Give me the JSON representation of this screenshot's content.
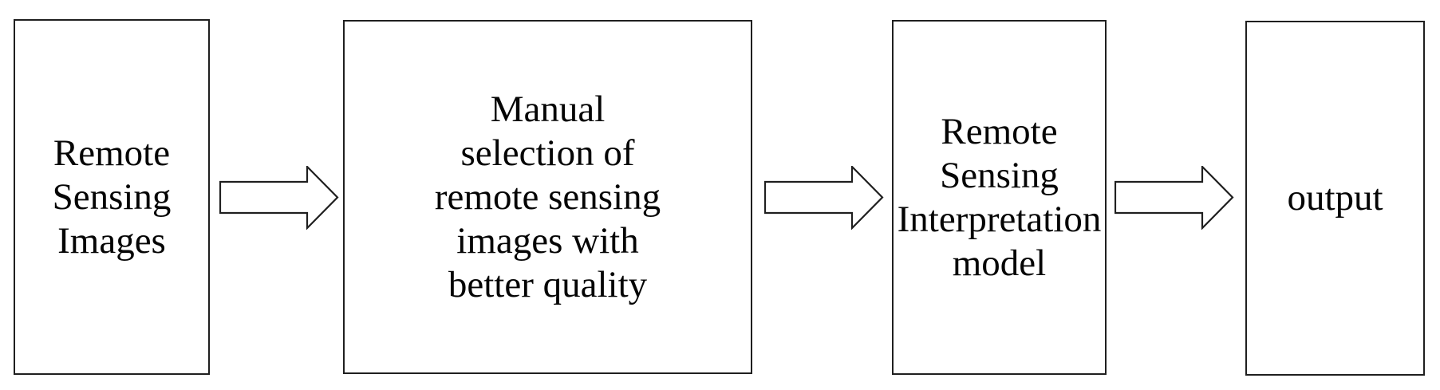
{
  "diagram": {
    "type": "flowchart",
    "direction": "left-to-right",
    "colors": {
      "background": "#ffffff",
      "line": "#1f1f1f",
      "text": "#050505"
    },
    "nodes": [
      {
        "label": "Remote\nSensing\nImages"
      },
      {
        "label": "Manual\nselection of\nremote sensing\nimages with\nbetter quality"
      },
      {
        "label": "Remote\nSensing\nInterpretation\nmodel"
      },
      {
        "label": "output"
      }
    ],
    "connectors": [
      {
        "icon": "arrow-right-icon",
        "from": "Remote Sensing Images",
        "to": "Manual selection of remote sensing images with better quality"
      },
      {
        "icon": "arrow-right-icon",
        "from": "Manual selection of remote sensing images with better quality",
        "to": "Remote Sensing Interpretation model"
      },
      {
        "icon": "arrow-right-icon",
        "from": "Remote Sensing Interpretation model",
        "to": "output"
      }
    ]
  }
}
